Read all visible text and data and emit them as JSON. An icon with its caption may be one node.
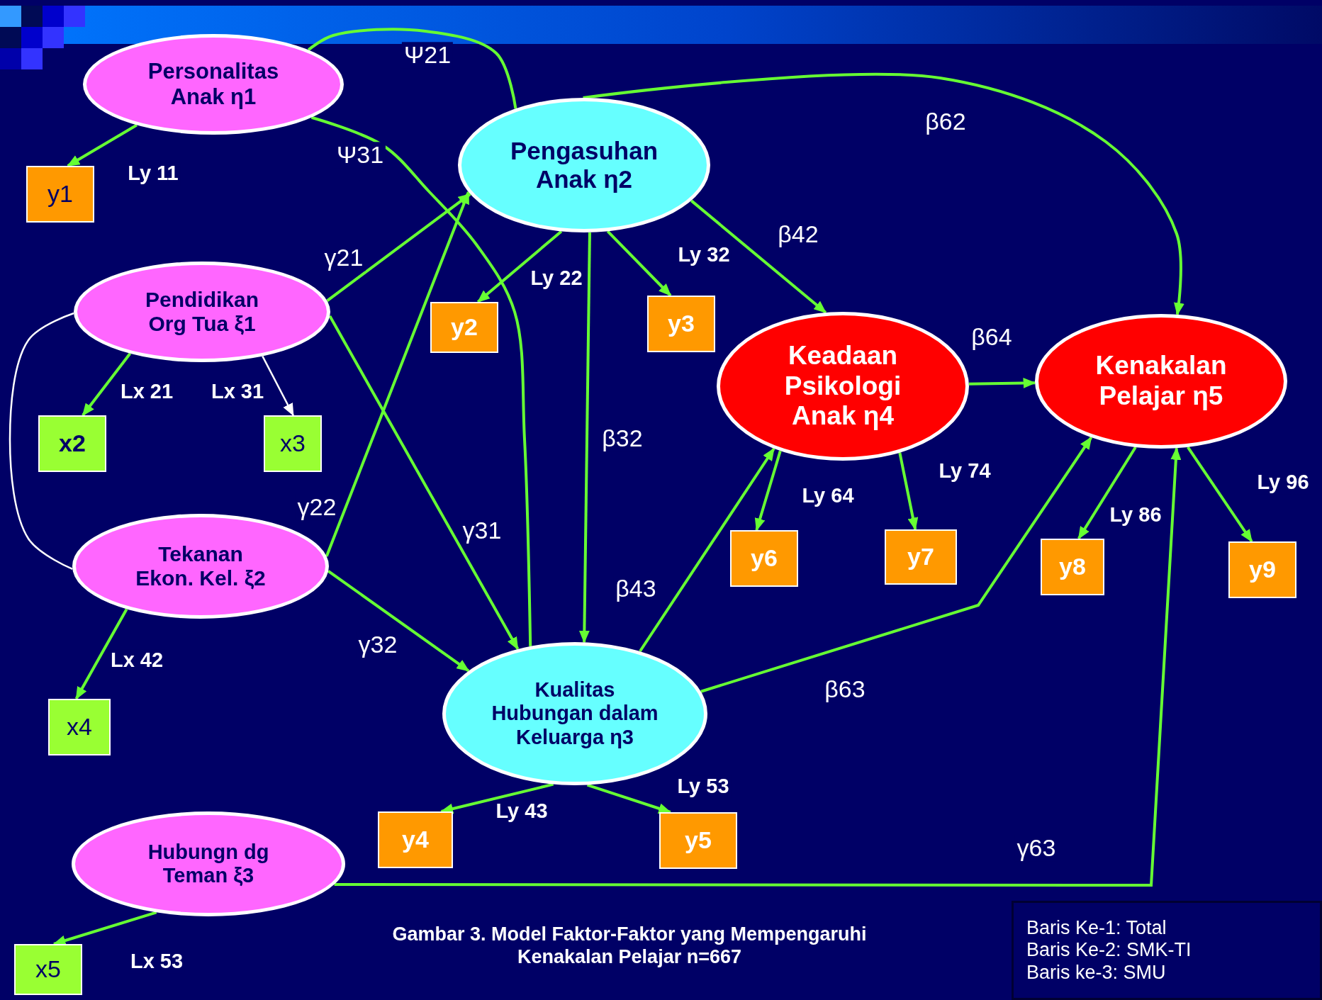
{
  "diagram": {
    "caption": "Gambar 3. Model Faktor-Faktor yang Mempengaruhi Kenakalan Pelajar n=667",
    "nodes": [
      {
        "text": [
          "Personalitas Anak η1"
        ]
      },
      {
        "text": [
          "y1"
        ]
      },
      {
        "text": [
          "Pengasuhan Anak η2"
        ]
      },
      {
        "text": [
          "Pendidikan Org Tua ξ1"
        ]
      },
      {
        "text": [
          "y2"
        ]
      },
      {
        "text": [
          "y3"
        ]
      },
      {
        "text": [
          "Keadaan Psikologi Anak η4"
        ]
      },
      {
        "text": [
          "Kenakalan Pelajar η5"
        ]
      },
      {
        "text": [
          "x2"
        ]
      },
      {
        "text": [
          "x3"
        ]
      },
      {
        "text": [
          "Tekanan Ekon. Kel. ξ2"
        ]
      },
      {
        "text": [
          "y6"
        ]
      },
      {
        "text": [
          "y7"
        ]
      },
      {
        "text": [
          "y8"
        ]
      },
      {
        "text": [
          "y9"
        ]
      },
      {
        "text": [
          "Kualitas Hubungan dalam Keluarga η3"
        ]
      },
      {
        "text": [
          "x4"
        ]
      },
      {
        "text": [
          "y4"
        ]
      },
      {
        "text": [
          "y5"
        ]
      },
      {
        "text": [
          "Hubungn dg Teman ξ3"
        ]
      },
      {
        "text": [
          "x5"
        ]
      },
      {
        "text": [
          "Baris Ke-1: Total",
          "Baris Ke-2: SMK-TI",
          "Baris ke-3: SMU"
        ]
      }
    ],
    "edges": [
      {
        "from": 0,
        "to": 1,
        "arrow": "to",
        "label": "Ly 11"
      },
      {
        "from": 0,
        "to": 2,
        "arrow": "none",
        "label": "Ψ21"
      },
      {
        "from": 0,
        "to": 15,
        "arrow": "none",
        "label": "Ψ31"
      },
      {
        "from": 3,
        "to": 2,
        "arrow": "to",
        "label": "γ21"
      },
      {
        "from": 10,
        "to": 2,
        "arrow": "to",
        "label": "γ22"
      },
      {
        "from": 3,
        "to": 15,
        "arrow": "to",
        "label": "γ31"
      },
      {
        "from": 10,
        "to": 15,
        "arrow": "to",
        "label": "γ32"
      },
      {
        "from": 2,
        "to": 4,
        "arrow": "to",
        "label": "Ly 22"
      },
      {
        "from": 2,
        "to": 5,
        "arrow": "to",
        "label": "Ly 32"
      },
      {
        "from": 2,
        "to": 15,
        "arrow": "to",
        "label": "β32"
      },
      {
        "from": 2,
        "to": 6,
        "arrow": "to",
        "label": "β42"
      },
      {
        "from": 2,
        "to": 7,
        "arrow": "to",
        "label": "β62"
      },
      {
        "from": 6,
        "to": 7,
        "arrow": "to",
        "label": "β64"
      },
      {
        "from": 15,
        "to": 6,
        "arrow": "to",
        "label": "β43"
      },
      {
        "from": 15,
        "to": 7,
        "arrow": "to",
        "label": "β63"
      },
      {
        "from": 19,
        "to": 7,
        "arrow": "to",
        "label": "γ63"
      },
      {
        "from": 3,
        "to": 8,
        "arrow": "to",
        "label": "Lx 21"
      },
      {
        "from": 3,
        "to": 9,
        "arrow": "to",
        "label": "Lx 31",
        "color": "#ffffff"
      },
      {
        "from": 3,
        "to": 10,
        "arrow": "none",
        "color": "#ffffff"
      },
      {
        "from": 10,
        "to": 16,
        "arrow": "to",
        "label": "Lx 42"
      },
      {
        "from": 6,
        "to": 11,
        "arrow": "to",
        "label": "Ly 64"
      },
      {
        "from": 6,
        "to": 12,
        "arrow": "to",
        "label": "Ly 74"
      },
      {
        "from": 7,
        "to": 13,
        "arrow": "to",
        "label": "Ly 86"
      },
      {
        "from": 7,
        "to": 14,
        "arrow": "to",
        "label": "Ly 96"
      },
      {
        "from": 15,
        "to": 17,
        "arrow": "to",
        "label": "Ly 43"
      },
      {
        "from": 15,
        "to": 18,
        "arrow": "to",
        "label": "Ly 53"
      },
      {
        "from": 19,
        "to": 20,
        "arrow": "to",
        "label": "Lx 53"
      }
    ]
  }
}
